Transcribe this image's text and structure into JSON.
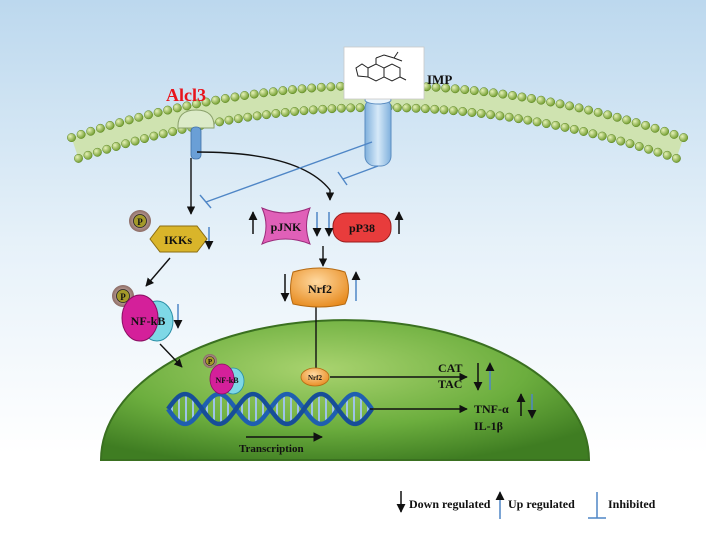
{
  "diagram": {
    "ligand_label": "Alcl3",
    "drug_label": "IMP",
    "kinases": {
      "ikks": "IKKs",
      "pjnk": "pJNK",
      "pp38": "pP38"
    },
    "phospho_label": "P",
    "nfkb_label": "NF-kB",
    "nfkb_nuclear_label": "NF-kB",
    "nrf2_label": "Nrf2",
    "nrf2_nuclear_label": "Nrf2",
    "targets": {
      "cat": "CAT",
      "tac": "TAC",
      "tnf": "TNF-α",
      "il1b": "IL-1β"
    },
    "transcription_label": "Transcription"
  },
  "legend": {
    "down": "Down regulated",
    "up": "Up regulated",
    "inhibited": "Inhibited"
  },
  "colors": {
    "ligand_red": "#e8141c",
    "inhibit_blue": "#4f86c6",
    "pjnk_pink": "#e060b8",
    "pp38_red": "#e83c3c",
    "nrf2_orange": "#f5a03a",
    "ikks_yellow": "#d9b52a",
    "nucleus_green": "#6cae3e",
    "dna_blue": "#1f5fb0"
  }
}
